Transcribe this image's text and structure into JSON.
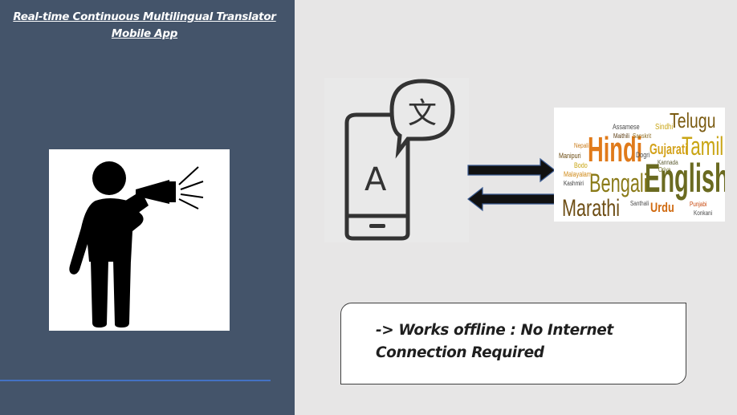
{
  "slide": {
    "title_line1": "Real-time Continuous Multilingual Translator",
    "title_line2": "Mobile App",
    "note_line1": "-> Works offline : No Internet",
    "note_line2": "Connection Required"
  },
  "phone_icon": {
    "screen_letter": "A",
    "bubble_glyph": "文"
  },
  "language_cloud": {
    "words": [
      {
        "text": "Telugu",
        "color": "#7a5a10"
      },
      {
        "text": "Hindi",
        "color": "#e07a1a"
      },
      {
        "text": "Tamil",
        "color": "#c9a514"
      },
      {
        "text": "English",
        "color": "#6a6a20"
      },
      {
        "text": "Bengali",
        "color": "#8a7a18"
      },
      {
        "text": "Marathi",
        "color": "#6d4d14"
      },
      {
        "text": "Gujarati",
        "color": "#d4a21a"
      },
      {
        "text": "Urdu",
        "color": "#d06a10"
      },
      {
        "text": "Assamese",
        "color": "#4a4a4a"
      },
      {
        "text": "Sindhi",
        "color": "#c9a514"
      },
      {
        "text": "Maithili",
        "color": "#5a3a10"
      },
      {
        "text": "Sanskrit",
        "color": "#8a6a20"
      },
      {
        "text": "Nepali",
        "color": "#c97a18"
      },
      {
        "text": "Manipuri",
        "color": "#6a4a10"
      },
      {
        "text": "Dogri",
        "color": "#4a4a4a"
      },
      {
        "text": "Kannada",
        "color": "#5a5a30"
      },
      {
        "text": "Bodo",
        "color": "#c9a514"
      },
      {
        "text": "Malayalam",
        "color": "#d08a18"
      },
      {
        "text": "Kashmiri",
        "color": "#3a3a3a"
      },
      {
        "text": "Oriya",
        "color": "#6a6a20"
      },
      {
        "text": "Santhali",
        "color": "#4a4a4a"
      },
      {
        "text": "Punjabi",
        "color": "#c94a10"
      },
      {
        "text": "Konkani",
        "color": "#4a4a4a"
      }
    ]
  }
}
